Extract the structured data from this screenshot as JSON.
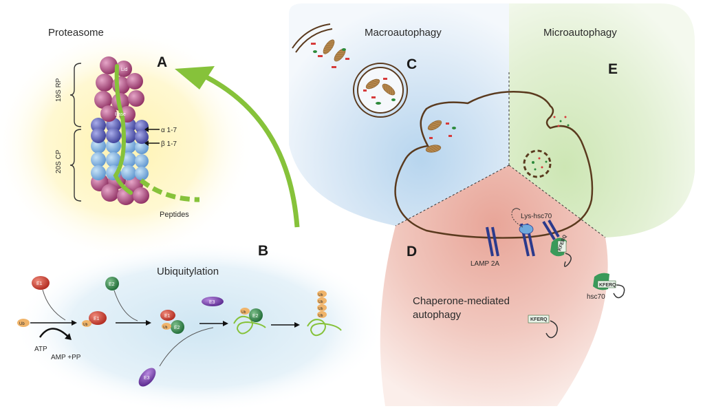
{
  "proteasome": {
    "title": "Proteasome",
    "letter": "A",
    "rp_label": "19S RP",
    "cp_label": "20S CP",
    "alpha_label": "α 1-7",
    "beta_label": "β 1-7",
    "lid_label": "Lid",
    "base_label": "Base",
    "peptides_label": "Peptides"
  },
  "ubiquitylation": {
    "title": "Ubiquitylation",
    "letter": "B",
    "e1": "E1",
    "e2": "E2",
    "e3": "E3",
    "ub": "Ub",
    "atp": "ATP",
    "amp": "AMP +PP"
  },
  "macroautophagy": {
    "title": "Macroautophagy",
    "letter": "C"
  },
  "microautophagy": {
    "title": "Microautophagy",
    "letter": "E"
  },
  "cma": {
    "letter": "D",
    "title_line1": "Chaperone-mediated",
    "title_line2": "autophagy",
    "lamp": "LAMP 2A",
    "lys_hsc70": "Lys-hsc70",
    "hsc70": "hsc70",
    "kferq": "KFERQ"
  },
  "colors": {
    "green_arrow": "#86c23a",
    "lysosome_outline": "#5a3a1e",
    "proteasome_pink": "#a8467a",
    "proteasome_blue": "#5b62b8",
    "lamp_blue": "#2b3a8c"
  }
}
